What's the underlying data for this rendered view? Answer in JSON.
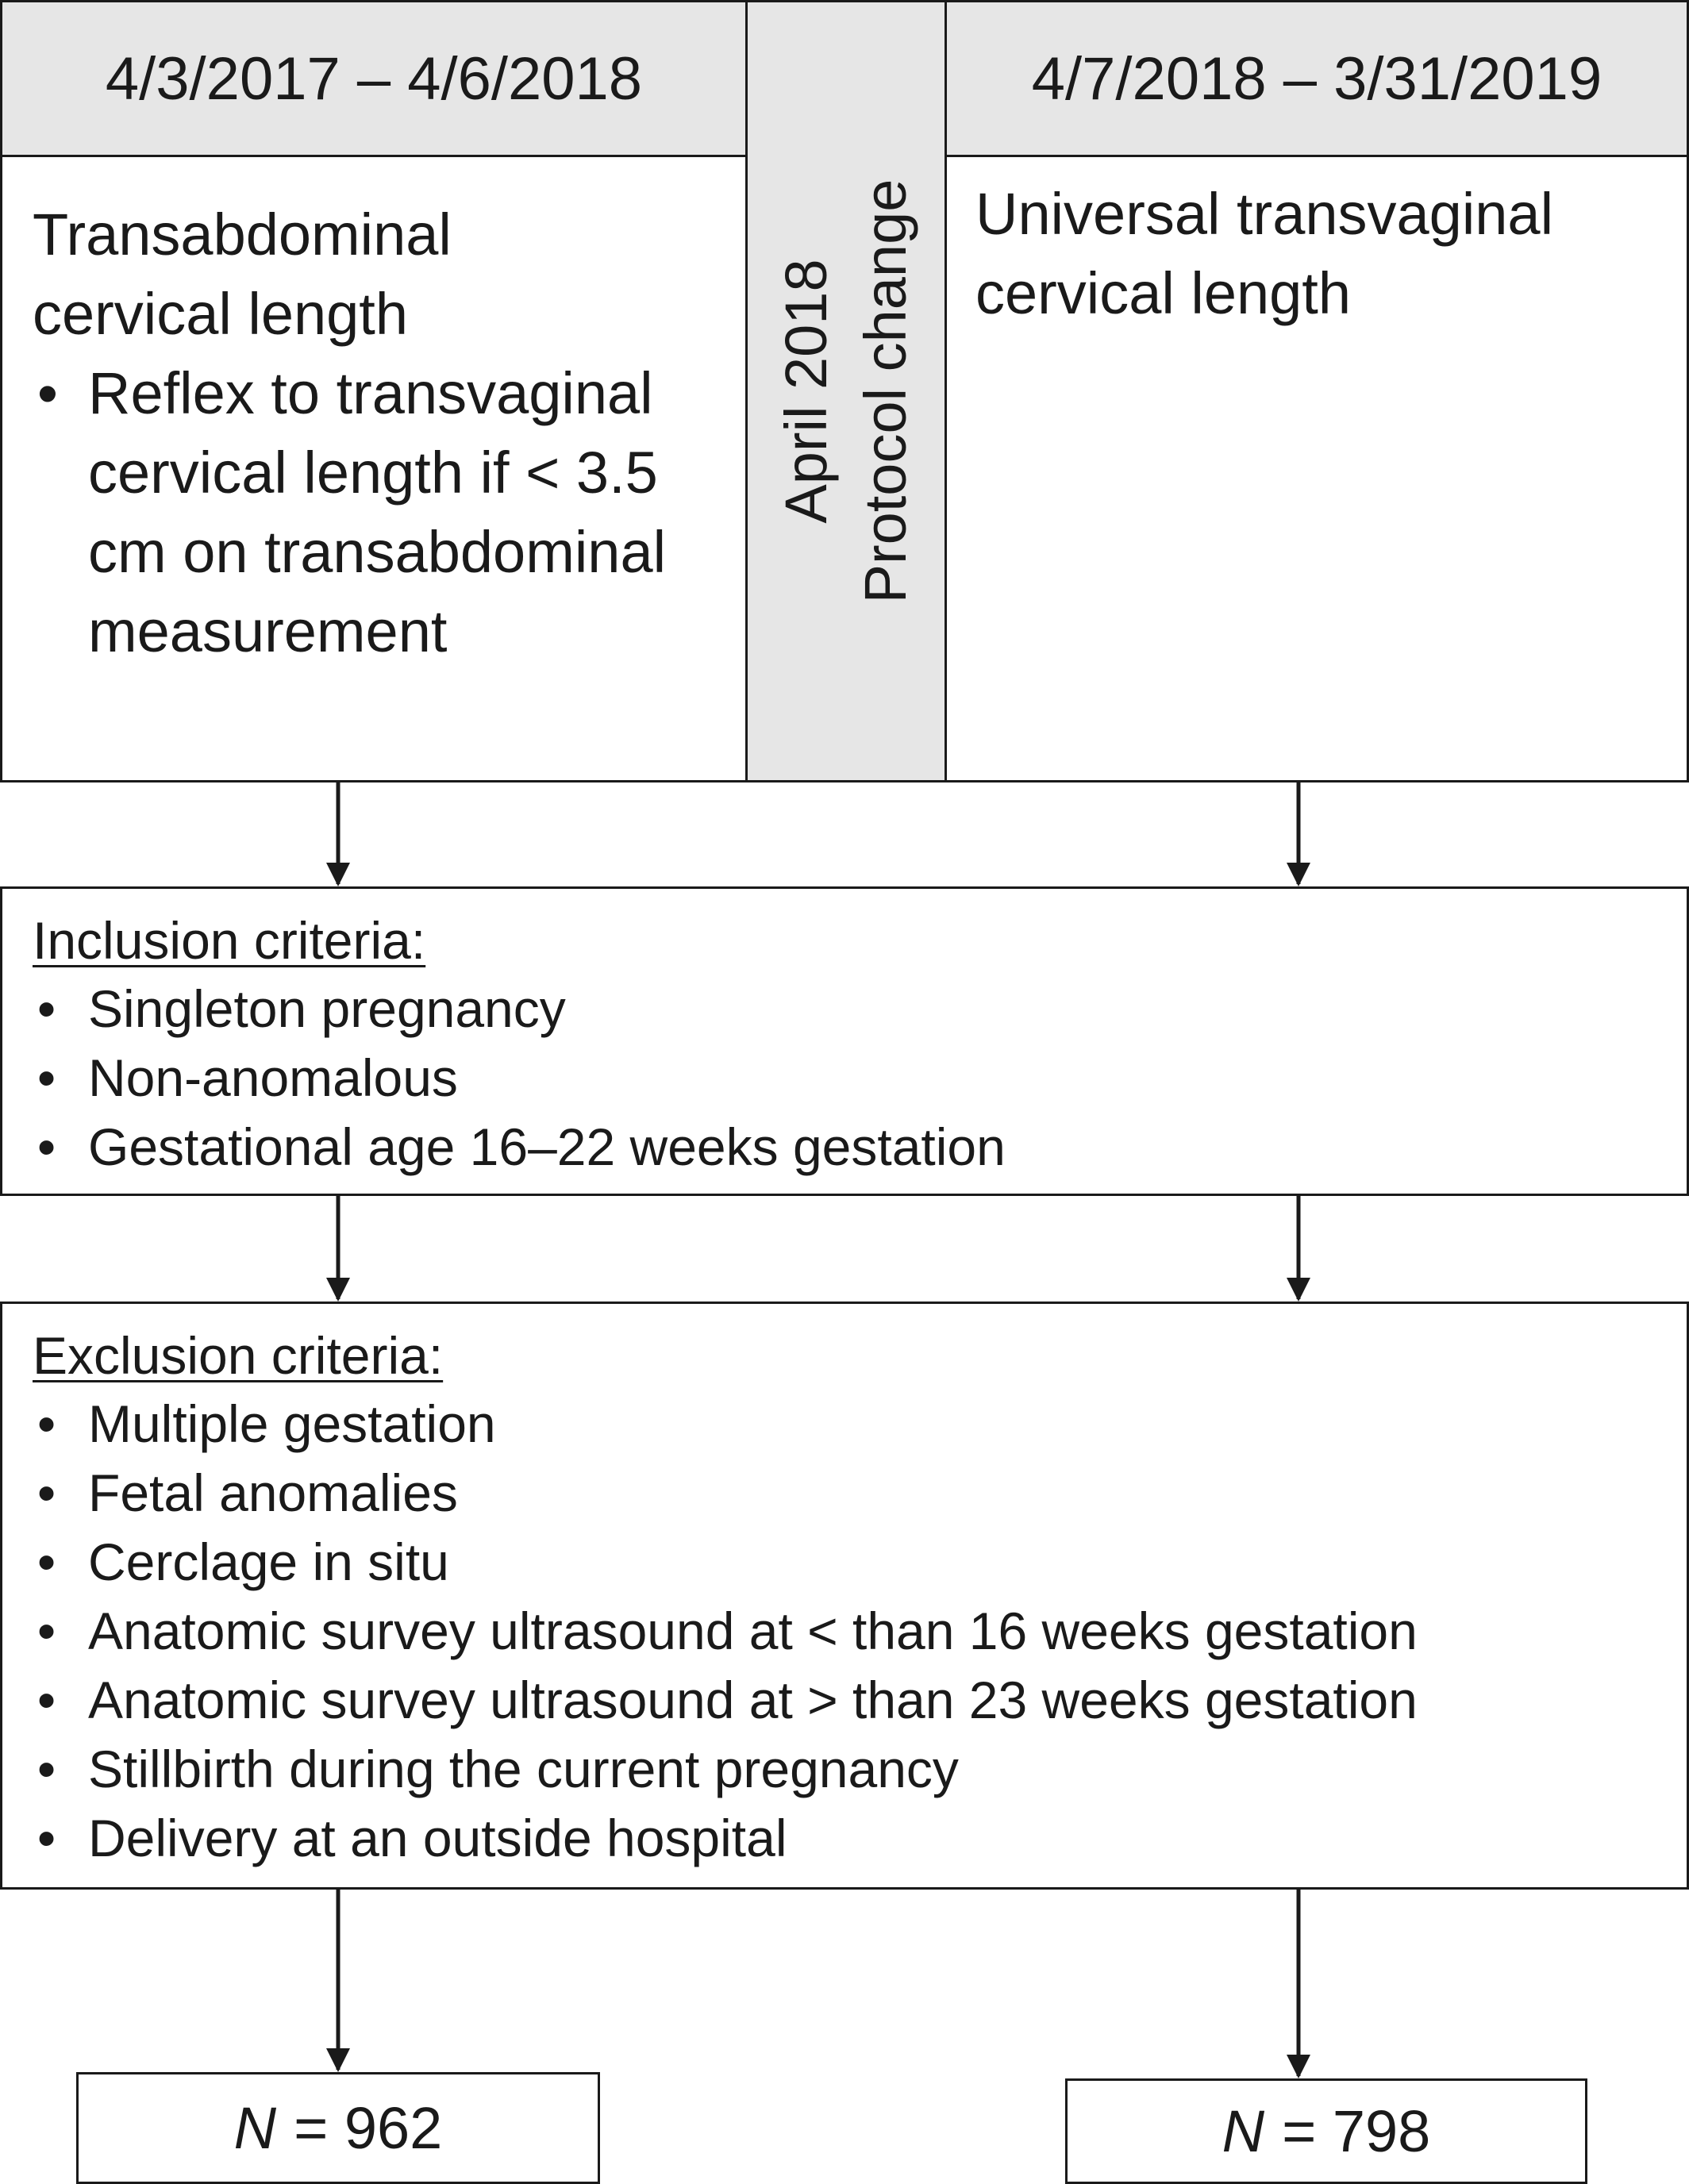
{
  "periods": {
    "left": {
      "date_range": "4/3/2017 – 4/6/2018",
      "protocol_title": "Transabdominal cervical length",
      "protocol_bullets": [
        "Reflex to transvaginal cervical length if < 3.5 cm on transabdominal measurement"
      ]
    },
    "right": {
      "date_range": "4/7/2018 – 3/31/2019",
      "protocol_title": "Universal transvaginal cervical length"
    }
  },
  "protocol_change": {
    "line1": "April 2018",
    "line2": "Protocol change"
  },
  "inclusion": {
    "heading": "Inclusion criteria:",
    "items": [
      "Singleton pregnancy",
      "Non-anomalous",
      "Gestational age 16–22 weeks gestation"
    ]
  },
  "exclusion": {
    "heading": "Exclusion criteria:",
    "items": [
      "Multiple gestation",
      "Fetal anomalies",
      "Cerclage in situ",
      "Anatomic survey ultrasound at < than 16 weeks gestation",
      "Anatomic survey ultrasound at > than 23 weeks gestation",
      "Stillbirth during the current pregnancy",
      "Delivery at an outside hospital"
    ]
  },
  "results": {
    "n_label": "N",
    "left": "= 962",
    "right": "= 798"
  },
  "bullet_symbol": "•"
}
